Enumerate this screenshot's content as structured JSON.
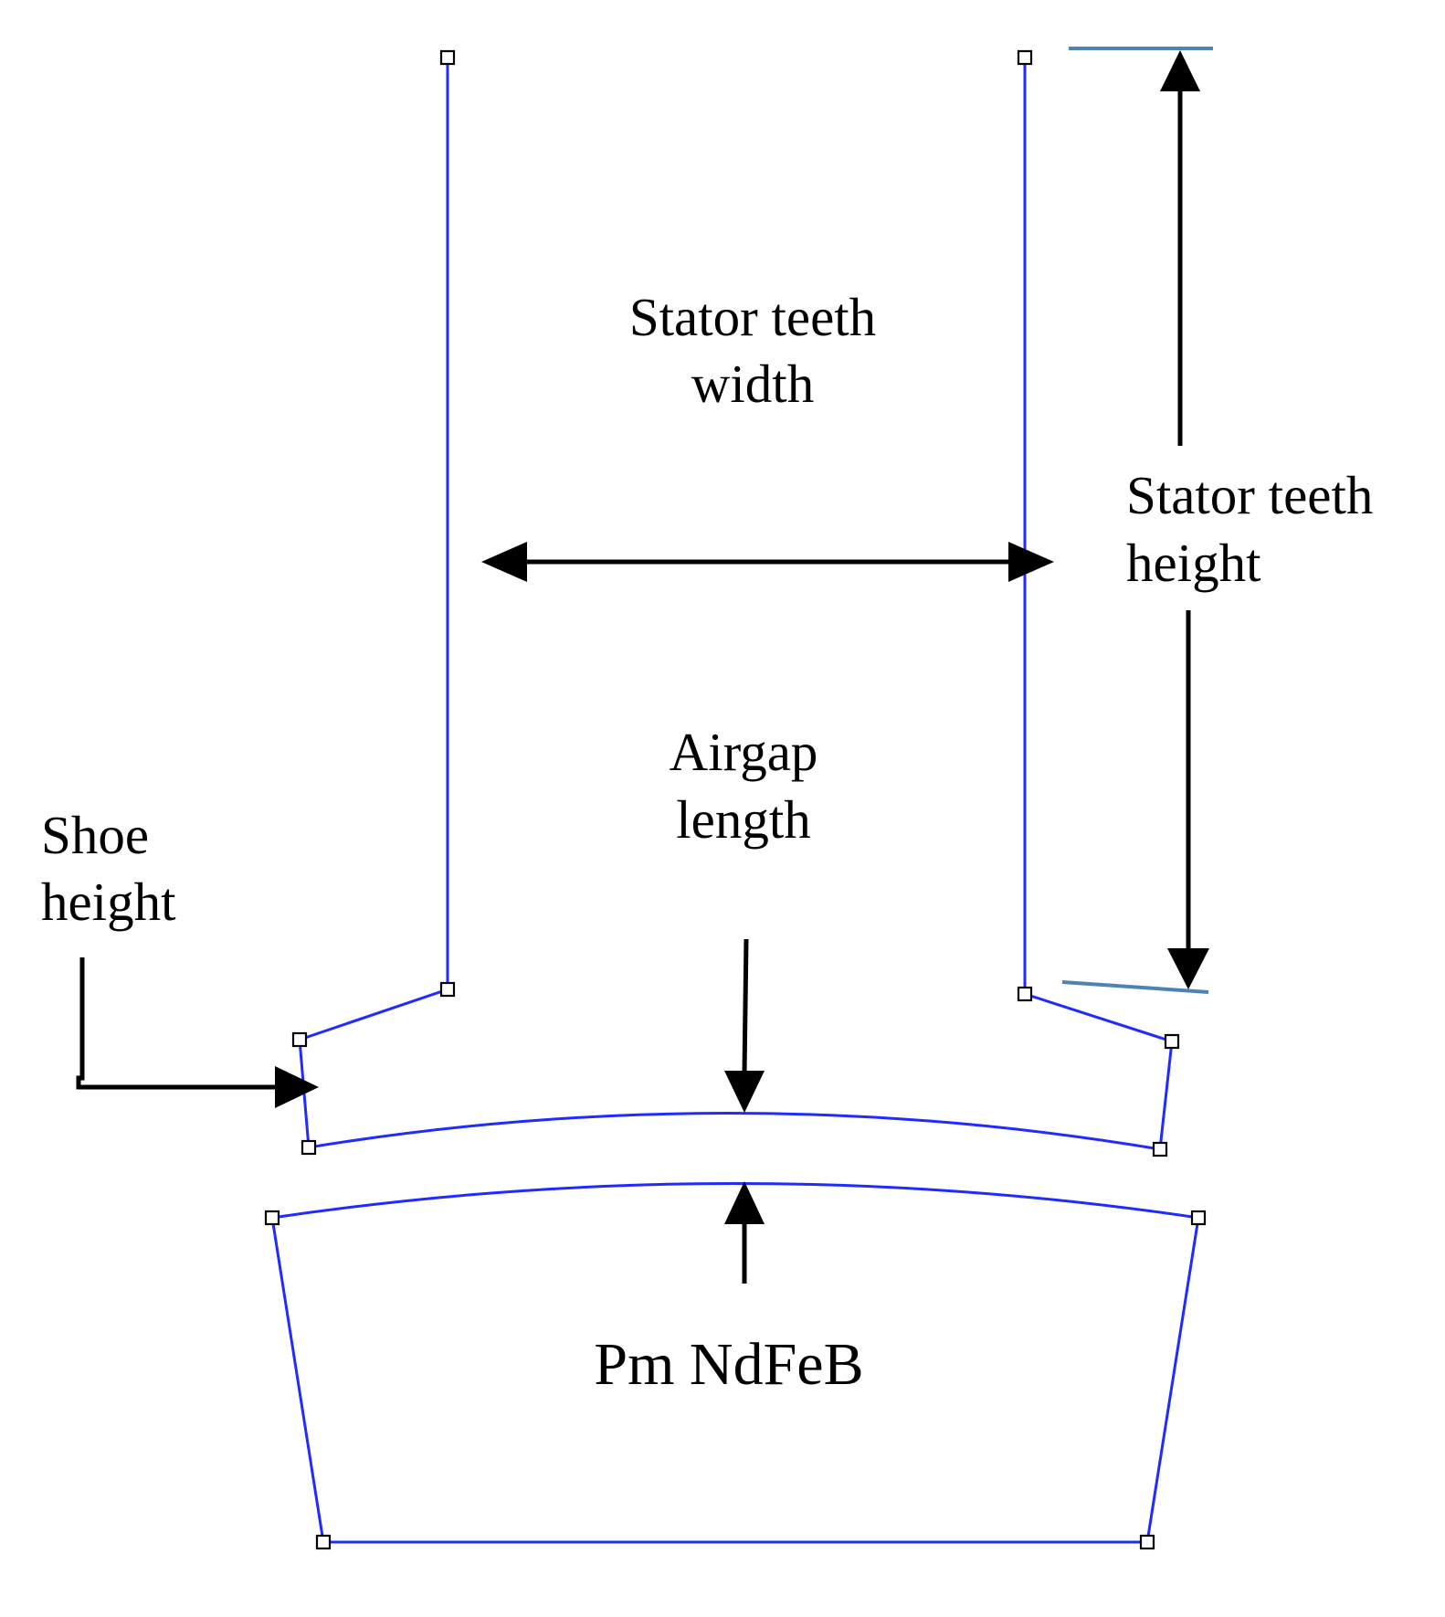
{
  "labels": {
    "stator_teeth_width": [
      "Stator teeth",
      "width"
    ],
    "stator_teeth_height": [
      "Stator teeth",
      "height"
    ],
    "airgap_length": [
      "Airgap",
      "length"
    ],
    "shoe_height": [
      "Shoe",
      "height"
    ],
    "magnet": "Pm NdFeB"
  },
  "colors": {
    "outline": "#1f2bff",
    "dimension_arrow": "#000000",
    "extension_line": "#4f82b5",
    "background": "#ffffff"
  }
}
